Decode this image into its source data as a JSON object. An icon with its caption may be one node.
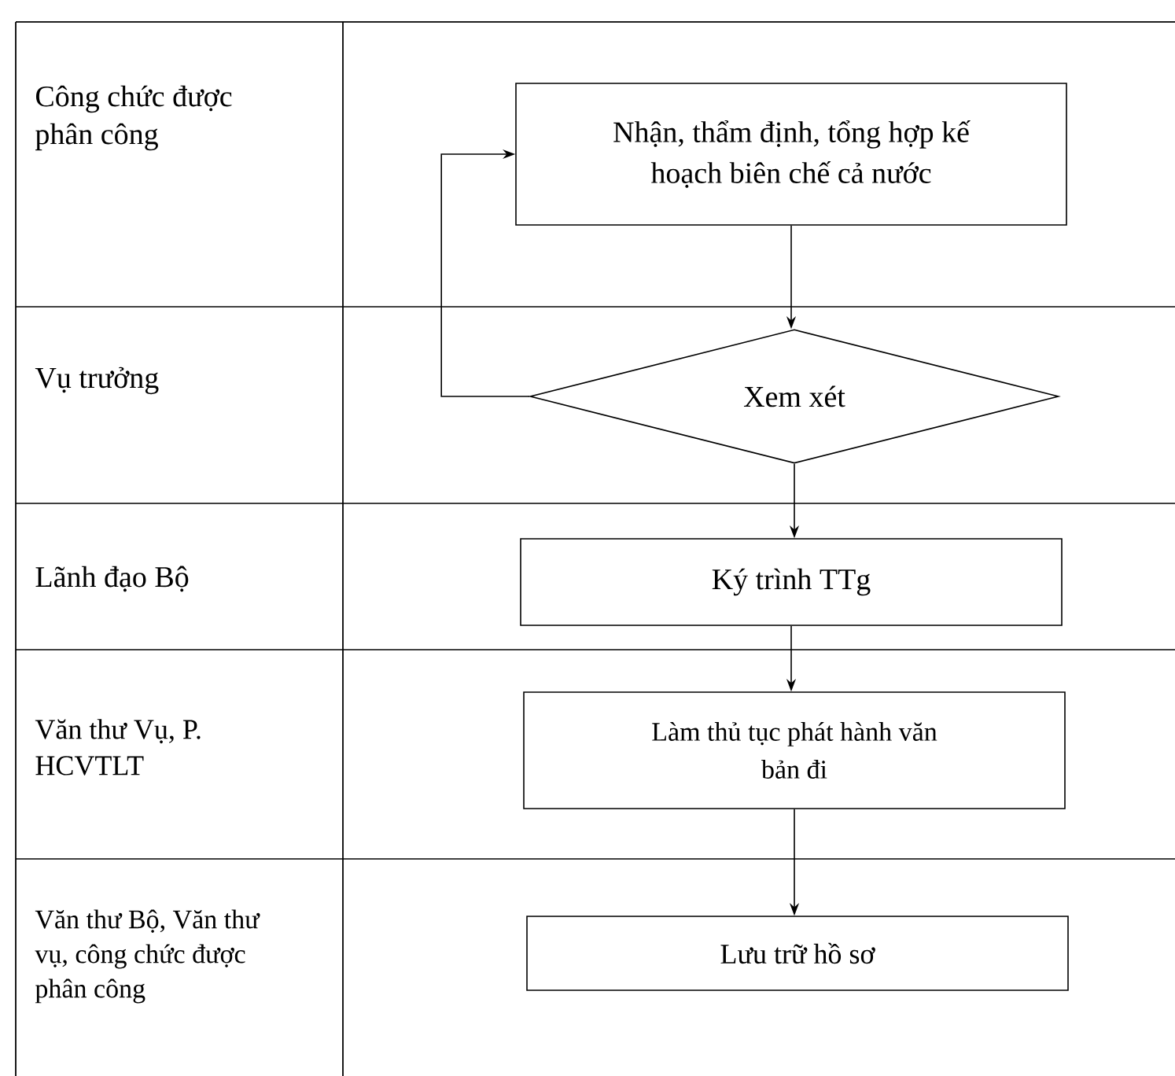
{
  "diagram": {
    "nodes": [
      {
        "text": [
          "Nhận, thẩm định, tổng hợp kế hoạch biên chế cả nước"
        ]
      },
      {
        "text": [
          "Xem xét"
        ]
      },
      {
        "text": [
          "Ký trình TTg"
        ]
      },
      {
        "text": [
          "Làm thủ tục phát hành văn bản đi"
        ]
      },
      {
        "text": [
          "Lưu trữ hồ sơ"
        ]
      }
    ],
    "edges": [
      {
        "from": 0,
        "to": 1,
        "arrow": "to"
      },
      {
        "from": 1,
        "to": 0,
        "arrow": "to"
      },
      {
        "from": 1,
        "to": 2,
        "arrow": "to"
      },
      {
        "from": 2,
        "to": 3,
        "arrow": "to"
      },
      {
        "from": 3,
        "to": 4,
        "arrow": "to"
      }
    ],
    "labels": [
      "Công chức được phân công",
      "Vụ trưởng",
      "Lãnh đạo Bộ",
      "Văn thư Vụ, P. HCVTLT",
      "Văn thư Bộ, Văn thư vụ, công chức được phân công"
    ]
  }
}
